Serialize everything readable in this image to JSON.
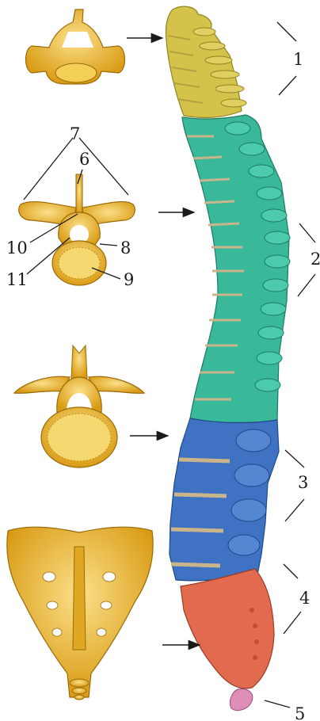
{
  "labels": {
    "region_1": "1",
    "region_2": "2",
    "region_3": "3",
    "region_4": "4",
    "region_5": "5",
    "part_6": "6",
    "part_7": "7",
    "part_8": "8",
    "part_9": "9",
    "part_10": "10",
    "part_11": "11"
  },
  "colors": {
    "cervical": "#d4c24a",
    "thoracic": "#39b89a",
    "lumbar": "#3f72c2",
    "sacrum": "#e26a4f",
    "coccyx": "#de8fb8",
    "bone": "#e8b62a",
    "disc": "#c9b48c"
  }
}
